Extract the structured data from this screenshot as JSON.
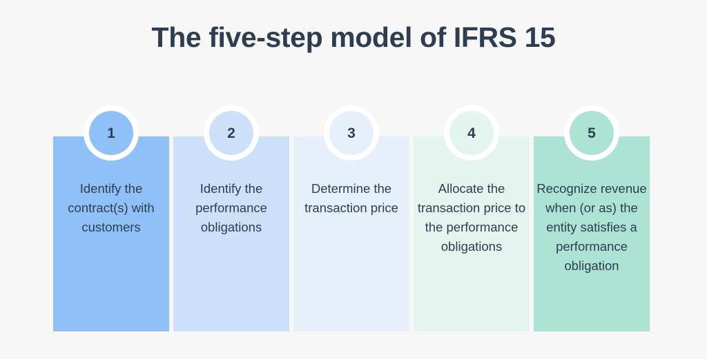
{
  "title": "The five-step model of IFRS 15",
  "theme": {
    "background": "#f7f7f7",
    "title_color": "#2e3d50",
    "text_color": "#2e3d50",
    "badge_ring_color": "#ffffff"
  },
  "steps": [
    {
      "number": "1",
      "text": "Identify the contract(s) with customers",
      "color": "#8fc0f7"
    },
    {
      "number": "2",
      "text": "Identify the performance obligations",
      "color": "#cce0f9"
    },
    {
      "number": "3",
      "text": "Determine the transaction price",
      "color": "#e6f0fa"
    },
    {
      "number": "4",
      "text": "Allocate the transaction price to the performance obligations",
      "color": "#e4f4ee"
    },
    {
      "number": "5",
      "text": "Recognize revenue when (or as) the entity satisfies a performance obligation",
      "color": "#ade3d4"
    }
  ]
}
